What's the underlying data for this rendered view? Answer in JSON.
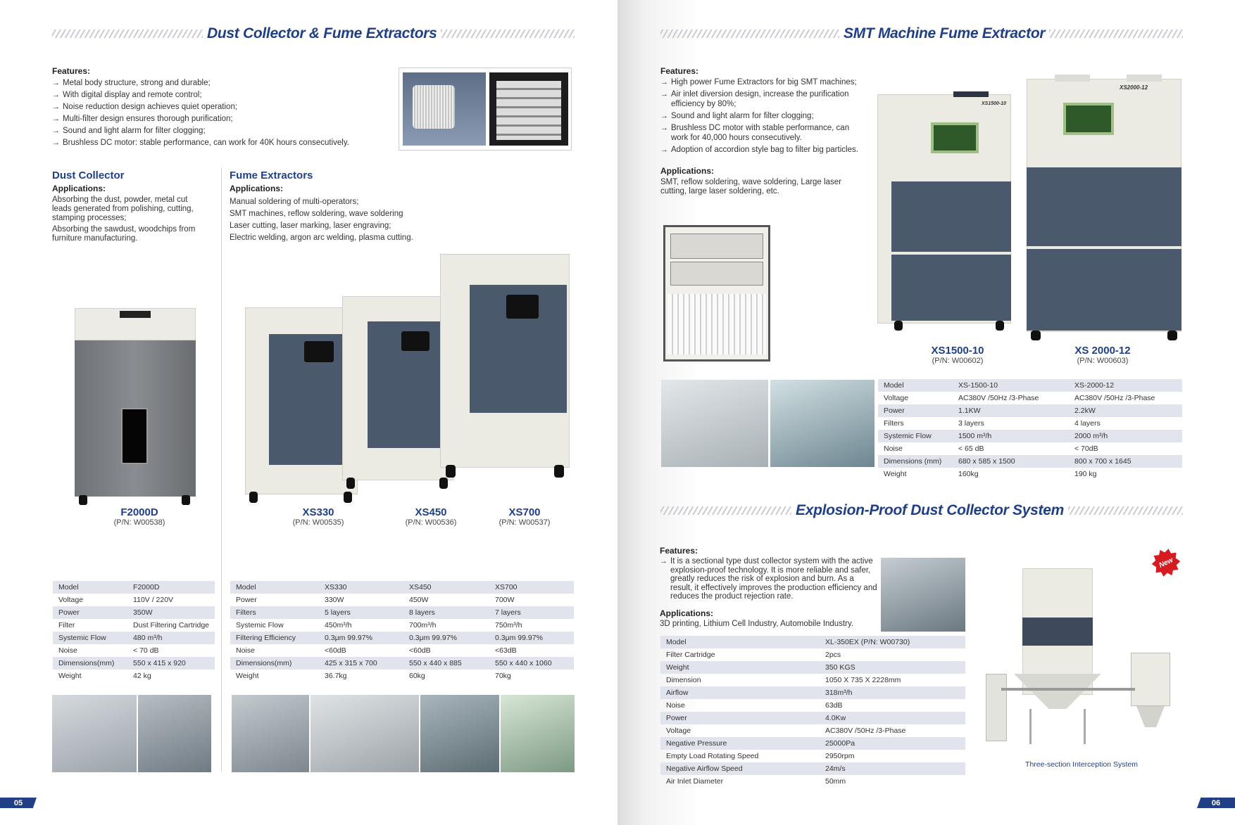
{
  "left_page": {
    "header": "Dust Collector & Fume Extractors",
    "features_heading": "Features:",
    "features": [
      "Metal body structure, strong and durable;",
      "With digital display and remote control;",
      "Noise reduction design achieves quiet operation;",
      "Multi-filter design ensures thorough purification;",
      "Sound and light alarm for filter clogging;",
      "Brushless DC motor: stable performance, can work for 40K hours consecutively."
    ],
    "dust_collector": {
      "title": "Dust Collector",
      "applications_heading": "Applications:",
      "applications": [
        "Absorbing the dust, powder, metal cut leads generated from polishing, cutting, stamping processes;",
        "Absorbing the sawdust, woodchips from furniture manufacturing."
      ],
      "model": "F2000D",
      "pn": "(P/N: W00538)",
      "specs": [
        [
          "Model",
          "F2000D"
        ],
        [
          "Voltage",
          "110V / 220V"
        ],
        [
          "Power",
          "350W"
        ],
        [
          "Filter",
          "Dust Filtering Cartridge"
        ],
        [
          "Systemic Flow",
          "480 m³/h"
        ],
        [
          "Noise",
          "< 70 dB"
        ],
        [
          "Dimensions(mm)",
          "550 x 415 x 920"
        ],
        [
          "Weight",
          "42 kg"
        ]
      ]
    },
    "fume_extractors": {
      "title": "Fume Extractors",
      "applications_heading": "Applications:",
      "applications": [
        "Manual soldering of multi-operators;",
        "SMT machines, reflow soldering, wave soldering",
        "Laser cutting, laser marking, laser engraving;",
        "Electric welding, argon arc welding, plasma cutting."
      ],
      "models": [
        {
          "name": "XS330",
          "pn": "(P/N: W00535)"
        },
        {
          "name": "XS450",
          "pn": "(P/N: W00536)"
        },
        {
          "name": "XS700",
          "pn": "(P/N: W00537)"
        }
      ],
      "specs": [
        [
          "Model",
          "XS330",
          "XS450",
          "XS700"
        ],
        [
          "Power",
          "330W",
          "450W",
          "700W"
        ],
        [
          "Filters",
          "5 layers",
          "8 layers",
          "7 layers"
        ],
        [
          "Systemic Flow",
          "450m³/h",
          "700m³/h",
          "750m³/h"
        ],
        [
          "Filtering Efficiency",
          "0.3μm 99.97%",
          "0.3μm 99.97%",
          "0.3μm 99.97%"
        ],
        [
          "Noise",
          "<60dB",
          "<60dB",
          "<63dB"
        ],
        [
          "Dimensions(mm)",
          "425 x 315 x 700",
          "550 x 440 x 885",
          "550 x 440 x 1060"
        ],
        [
          "Weight",
          "36.7kg",
          "60kg",
          "70kg"
        ]
      ]
    },
    "page_number": "05"
  },
  "right_page": {
    "smt": {
      "header": "SMT Machine Fume Extractor",
      "features_heading": "Features:",
      "features": [
        "High power Fume Extractors for big SMT machines;",
        "Air inlet diversion design, increase the purification efficiency by 80%;",
        "Sound and light alarm for filter clogging;",
        "Brushless DC motor with stable performance, can work for 40,000 hours consecutively.",
        "Adoption of accordion style bag to filter big particles."
      ],
      "applications_heading": "Applications:",
      "applications": "SMT, reflow soldering, wave soldering, Large laser cutting, large laser soldering, etc.",
      "models": [
        {
          "name": "XS1500-10",
          "pn": "(P/N: W00602)",
          "label": "XS1500-10"
        },
        {
          "name": "XS 2000-12",
          "pn": "(P/N: W00603)",
          "label": "XS2000-12"
        }
      ],
      "specs": [
        [
          "Model",
          "XS-1500-10",
          "XS-2000-12"
        ],
        [
          "Voltage",
          "AC380V /50Hz /3-Phase",
          "AC380V /50Hz /3-Phase"
        ],
        [
          "Power",
          "1.1KW",
          "2.2kW"
        ],
        [
          "Filters",
          " 3 layers",
          "4 layers"
        ],
        [
          "Systemic Flow",
          "1500 m³/h",
          "2000 m³/h"
        ],
        [
          "Noise",
          "< 65 dB",
          "< 70dB"
        ],
        [
          "Dimensions (mm)",
          "680 x 585 x 1500",
          "800 x 700 x 1645"
        ],
        [
          "Weight",
          "160kg",
          "190 kg"
        ]
      ]
    },
    "explosion": {
      "header": "Explosion-Proof Dust Collector System",
      "features_heading": "Features:",
      "feature": "It is a sectional type dust collector system with the active explosion-proof technology. It is more reliable and safer, greatly reduces the risk of explosion and burn. As a result, it effectively improves the production efficiency and reduces the product rejection rate.",
      "applications_heading": "Applications:",
      "applications": "3D printing, Lithium Cell Industry, Automobile Industry.",
      "specs": [
        [
          "Model",
          "XL-350EX      (P/N: W00730)"
        ],
        [
          "Filter Cartridge",
          "2pcs"
        ],
        [
          "Weight",
          "350 KGS"
        ],
        [
          "Dimension",
          "1050 X 735 X 2228mm"
        ],
        [
          "Airflow",
          "318m³/h"
        ],
        [
          "Noise",
          "63dB"
        ],
        [
          "Power",
          "4.0Kw"
        ],
        [
          "Voltage",
          "AC380V /50Hz /3-Phase"
        ],
        [
          "Negative Pressure",
          "25000Pa"
        ],
        [
          "Empty Load Rotating Speed",
          "2950rpm"
        ],
        [
          "Negative Airflow Speed",
          "24m/s"
        ],
        [
          "Air Inlet Diameter",
          "50mm"
        ]
      ],
      "new_badge": "New",
      "caption": "Three-section Interception System"
    },
    "page_number": "06"
  }
}
